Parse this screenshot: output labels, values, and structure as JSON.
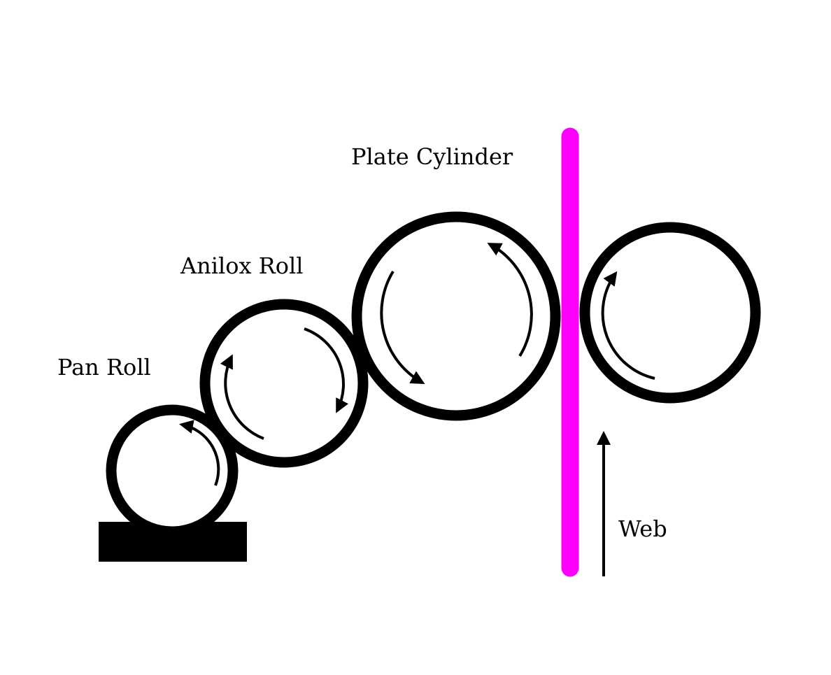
{
  "labels": {
    "pan_roll": "Pan Roll",
    "anilox_roll": "Anilox Roll",
    "plate_cylinder": "Plate Cylinder",
    "web": "Web"
  },
  "colors": {
    "stroke": "#000000",
    "web_line": "#ff00ff",
    "background": "#ffffff"
  }
}
